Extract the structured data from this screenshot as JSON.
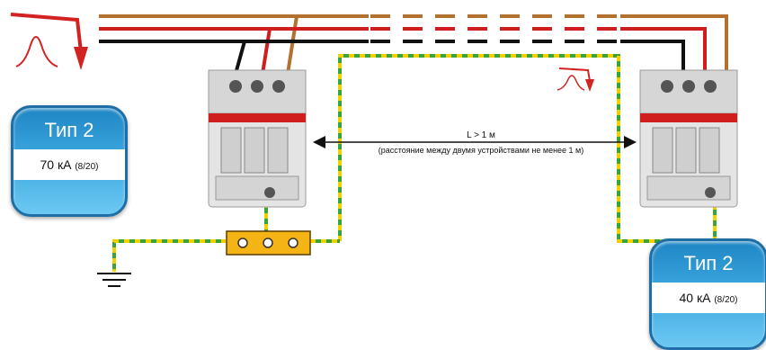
{
  "left_badge": {
    "title": "Тип 2",
    "rating_value": "70 кА",
    "rating_suffix": "(8/20)"
  },
  "right_badge": {
    "title": "Тип 2",
    "rating_value": "40 кА",
    "rating_suffix": "(8/20)"
  },
  "distance": {
    "label": "L > 1 м",
    "note": "(расстояние между двумя устройствами не менее 1 м)"
  },
  "colors": {
    "phase_brown": "#b3712f",
    "phase_red": "#d01e1e",
    "phase_black": "#111111",
    "earth_green": "#3aa33a",
    "earth_yellow": "#f1d000",
    "ground_bar": "#f5b416",
    "badge_blue": "#2f9bd8",
    "surge_arrow": "#d32222"
  }
}
